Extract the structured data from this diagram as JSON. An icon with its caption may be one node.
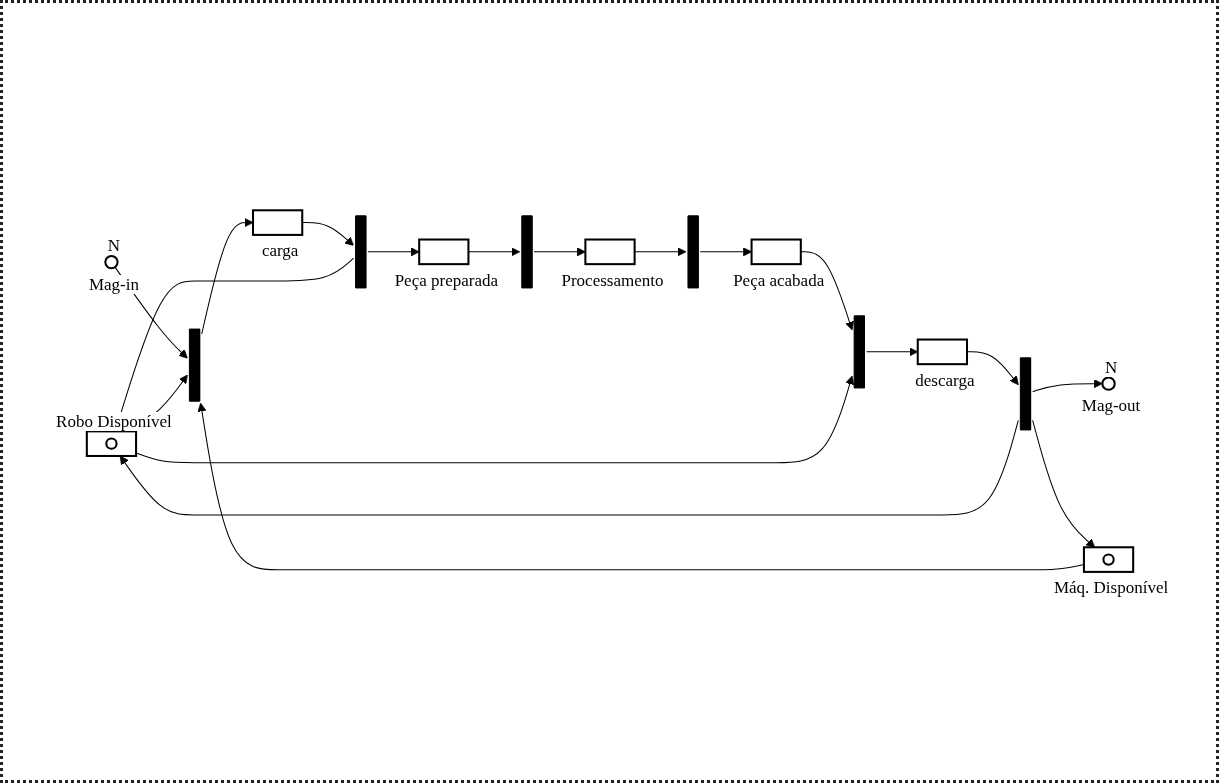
{
  "diagram": {
    "nodes": [
      {
        "text": [],
        "shape": "box",
        "beside": [
          "Robo Disponível"
        ]
      },
      {
        "text": [],
        "shape": "circle",
        "beside": [
          "N",
          "Mag-in"
        ]
      },
      {
        "text": [],
        "shape": "bar"
      },
      {
        "text": [],
        "shape": "box",
        "beside": [
          "carga"
        ]
      },
      {
        "text": [],
        "shape": "bar"
      },
      {
        "text": [],
        "shape": "box",
        "beside": [
          "Peça preparada"
        ]
      },
      {
        "text": [],
        "shape": "bar"
      },
      {
        "text": [],
        "shape": "box",
        "beside": [
          "Processamento"
        ]
      },
      {
        "text": [],
        "shape": "bar"
      },
      {
        "text": [],
        "shape": "box",
        "beside": [
          "Peça acabada"
        ]
      },
      {
        "text": [],
        "shape": "bar"
      },
      {
        "text": [],
        "shape": "box",
        "beside": [
          "descarga"
        ]
      },
      {
        "text": [],
        "shape": "bar"
      },
      {
        "text": [],
        "shape": "circle",
        "beside": [
          "N",
          "Mag-out"
        ]
      },
      {
        "text": [],
        "shape": "box",
        "beside": [
          "Máq. Disponível"
        ]
      }
    ],
    "edges": [
      {
        "from": 1,
        "to": 2,
        "arrow": "to"
      },
      {
        "from": 2,
        "to": 3,
        "arrow": "to"
      },
      {
        "from": 3,
        "to": 4,
        "arrow": "to"
      },
      {
        "from": 4,
        "to": 5,
        "arrow": "to"
      },
      {
        "from": 5,
        "to": 6,
        "arrow": "to"
      },
      {
        "from": 6,
        "to": 7,
        "arrow": "to"
      },
      {
        "from": 7,
        "to": 8,
        "arrow": "to"
      },
      {
        "from": 8,
        "to": 9,
        "arrow": "to"
      },
      {
        "from": 9,
        "to": 10,
        "arrow": "to"
      },
      {
        "from": 10,
        "to": 11,
        "arrow": "to"
      },
      {
        "from": 11,
        "to": 12,
        "arrow": "to"
      },
      {
        "from": 12,
        "to": 13,
        "arrow": "to"
      },
      {
        "from": 0,
        "to": 2,
        "arrow": "to"
      },
      {
        "from": 4,
        "to": 0,
        "arrow": "to"
      },
      {
        "from": 0,
        "to": 10,
        "arrow": "to"
      },
      {
        "from": 12,
        "to": 0,
        "arrow": "to"
      },
      {
        "from": 14,
        "to": 2,
        "arrow": "to"
      },
      {
        "from": 12,
        "to": 14,
        "arrow": "to"
      }
    ]
  }
}
